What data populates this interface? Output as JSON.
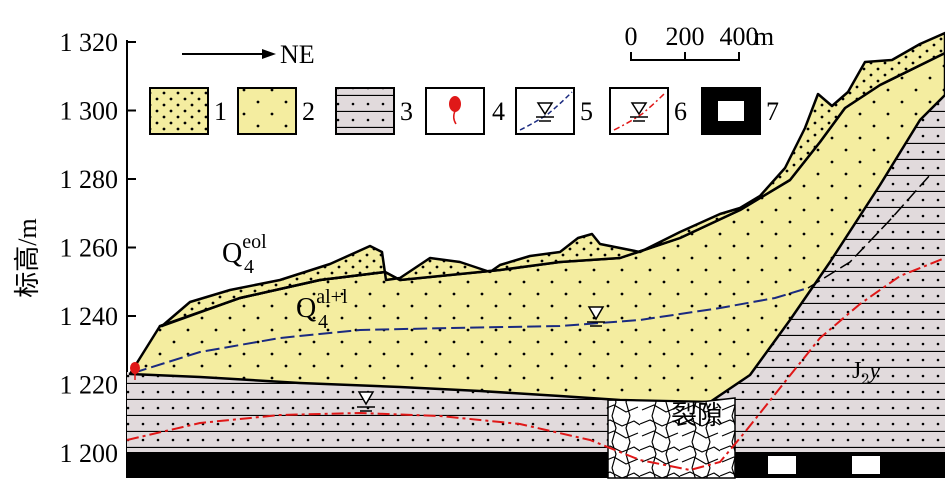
{
  "direction": {
    "label": "NE"
  },
  "scale_bar": {
    "ticks": [
      "0",
      "200",
      "400"
    ],
    "unit": "m"
  },
  "y_axis": {
    "title": "标高/m",
    "ticks": [
      "1 320",
      "1 300",
      "1 280",
      "1 260",
      "1 240",
      "1 220",
      "1 200"
    ]
  },
  "legend": [
    {
      "num": "1",
      "icon": "dense-dot-sand-swatch"
    },
    {
      "num": "2",
      "icon": "sparse-dot-sand-swatch"
    },
    {
      "num": "3",
      "icon": "striped-sandstone-swatch"
    },
    {
      "num": "4",
      "icon": "spring-marker-icon"
    },
    {
      "num": "5",
      "icon": "blue-water-table-icon"
    },
    {
      "num": "6",
      "icon": "red-water-table-icon"
    },
    {
      "num": "7",
      "icon": "black-white-bed-icon"
    }
  ],
  "labels": {
    "eolian": {
      "base": "Q",
      "sup": "eol",
      "sub": "4"
    },
    "alluvial": {
      "base": "Q",
      "sup": "al+l",
      "sub": "4"
    },
    "bedrock": {
      "base": "J",
      "sub": "2",
      "tail": "y"
    },
    "fracture": "裂隙"
  },
  "colors": {
    "sand_fill": "#f4eda0",
    "bedrock_fill": "#e1dadc",
    "blue_line": "#1a2a80",
    "red_line": "#e01818",
    "spring": "#e01818"
  }
}
